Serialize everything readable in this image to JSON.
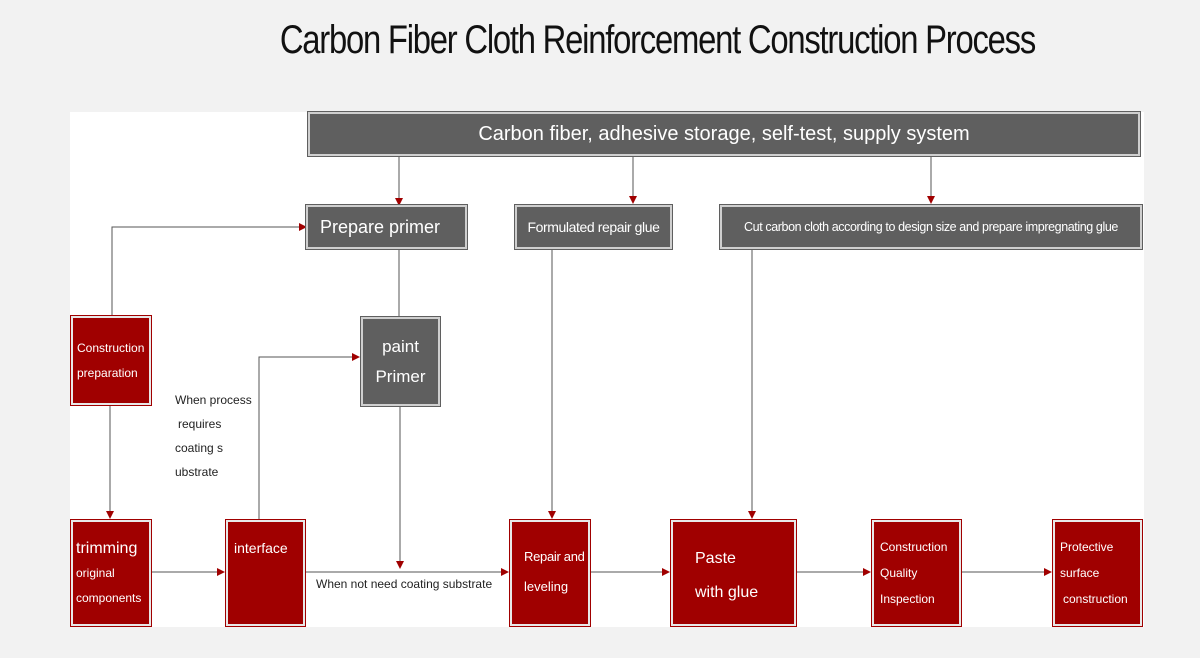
{
  "title": "Carbon Fiber Cloth Reinforcement Construction Process",
  "colors": {
    "gray": "#5f5f5f",
    "red": "#a00000",
    "arrow": "#a00000",
    "line": "#444444"
  },
  "supply_system": "Carbon fiber, adhesive storage, self-test, supply system",
  "prepare_primer": "Prepare primer",
  "formulated_repair_glue": "Formulated repair glue",
  "cut_carbon_cloth": "Cut carbon cloth according to design size and prepare impregnating glue",
  "paint_primer": {
    "line1": "paint",
    "line2": "Primer"
  },
  "construction_preparation": {
    "line1": "Construction",
    "line2": "preparation"
  },
  "note_requires": [
    "When process",
    "requires",
    "coating s",
    "ubstrate"
  ],
  "note_not_need": "When not need coating substrate",
  "steps": {
    "trimming": [
      "trimming",
      "original",
      "components"
    ],
    "interface": "interface",
    "repair": [
      "Repair and",
      "leveling"
    ],
    "paste": [
      "Paste",
      "with glue"
    ],
    "inspection": [
      "Construction",
      "Quality",
      "Inspection"
    ],
    "protective": [
      "Protective",
      "surface",
      "construction"
    ]
  }
}
